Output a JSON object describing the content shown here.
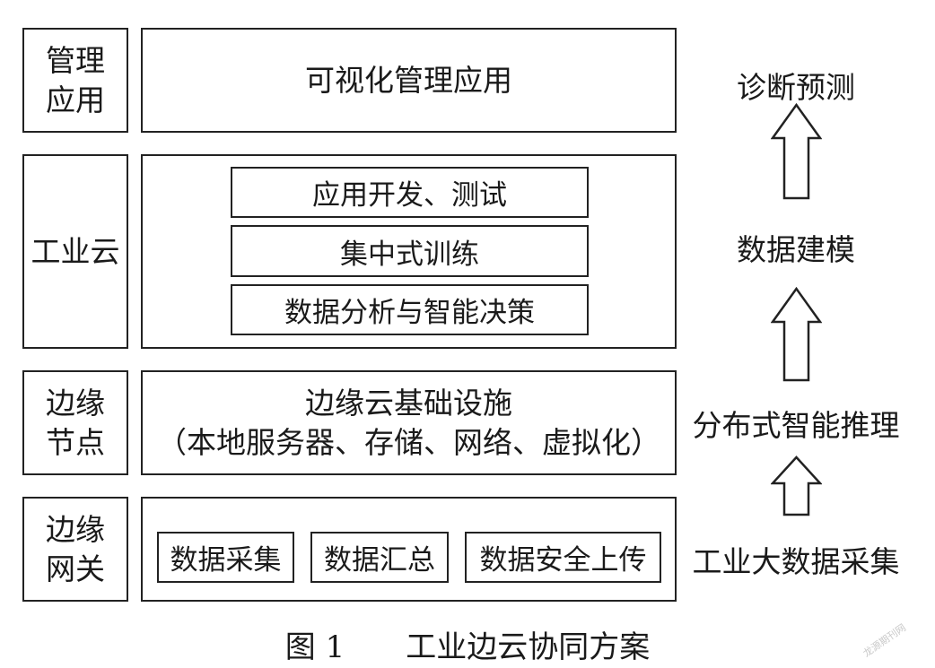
{
  "layers": [
    {
      "id": "mgmt",
      "left_label": [
        "管理",
        "应用"
      ],
      "content_title": "可视化管理应用",
      "inner_boxes": []
    },
    {
      "id": "cloud",
      "left_label": [
        "工业云"
      ],
      "content_title": "",
      "inner_boxes": [
        "应用开发、测试",
        "集中式训练",
        "数据分析与智能决策"
      ]
    },
    {
      "id": "edge",
      "left_label": [
        "边缘",
        "节点"
      ],
      "content_title": "边缘云基础设施",
      "content_subtitle": "（本地服务器、存储、网络、虚拟化）",
      "inner_boxes": []
    },
    {
      "id": "gateway",
      "left_label": [
        "边缘",
        "网关"
      ],
      "content_title": "",
      "inner_boxes": [
        "数据采集",
        "数据汇总",
        "数据安全上传"
      ]
    }
  ],
  "flow": [
    "诊断预测",
    "数据建模",
    "分布式智能推理",
    "工业大数据采集"
  ],
  "arrows": [
    "arrow-up-icon",
    "arrow-up-icon",
    "arrow-up-icon"
  ],
  "caption": {
    "figure": "图 1",
    "title": "工业边云协同方案"
  },
  "watermark": "龙源期刊网"
}
